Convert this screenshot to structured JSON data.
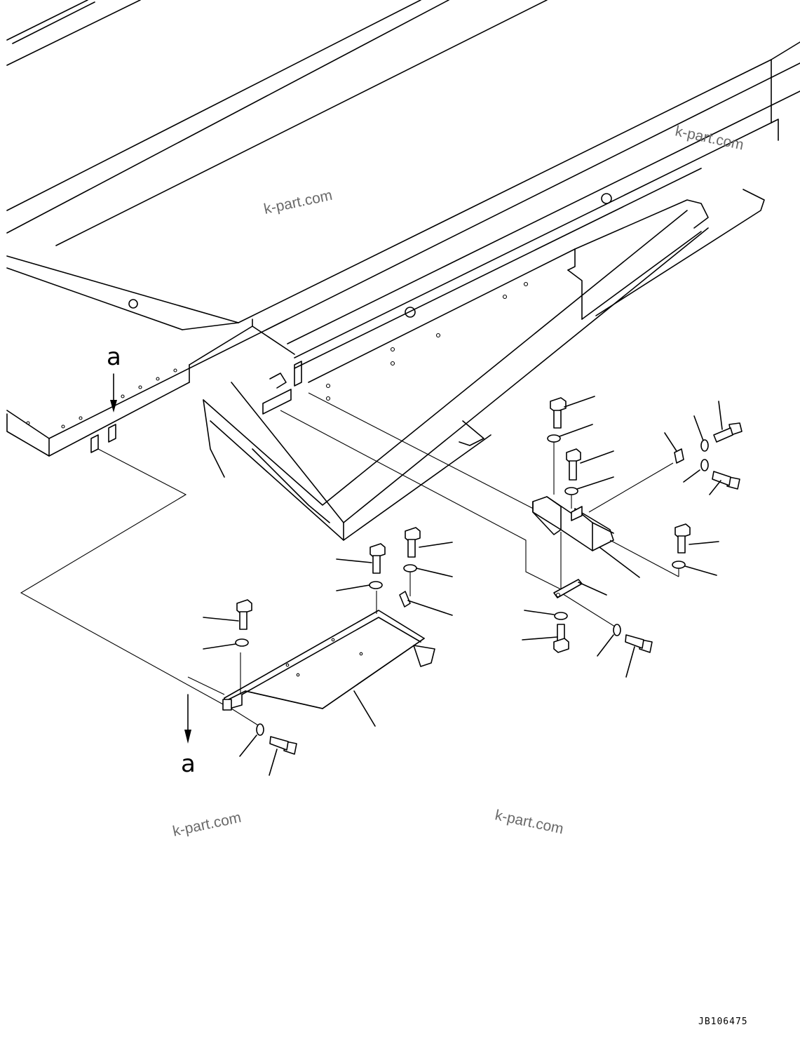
{
  "view_labels": {
    "top": "a",
    "bottom": "a"
  },
  "watermarks": [
    "k-part.com",
    "k-part.com",
    "k-part.com",
    "k-part.com"
  ],
  "drawing_code": "JB106475"
}
